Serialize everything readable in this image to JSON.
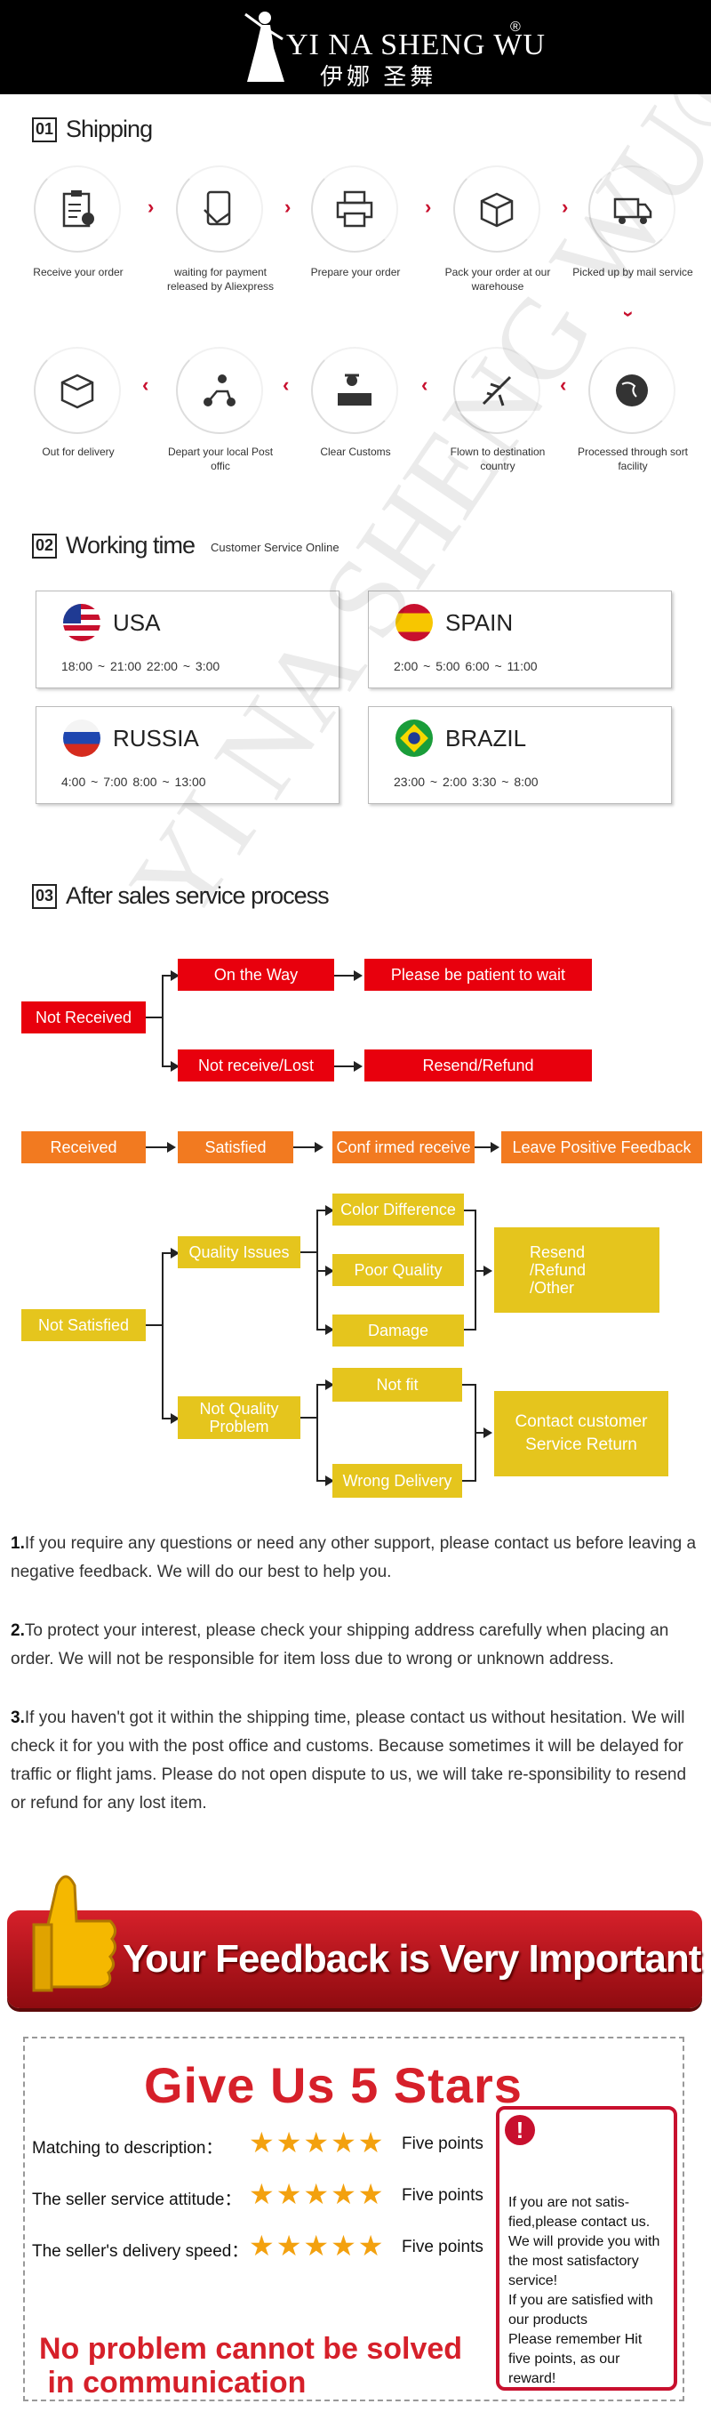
{
  "header": {
    "brand_en": "YI NA SHENG WU",
    "brand_reg": "®",
    "brand_cn": "伊娜 圣舞"
  },
  "shipping": {
    "num": "01",
    "title": "Shipping",
    "steps_row1": [
      {
        "label": "Receive your order",
        "icon": "clipboard-icon"
      },
      {
        "label": "waiting for payment released by Aliexpress",
        "icon": "payment-icon"
      },
      {
        "label": "Prepare your order",
        "icon": "printer-icon"
      },
      {
        "label": "Pack your order at our warehouse",
        "icon": "box-icon"
      },
      {
        "label": "Picked up by mail service",
        "icon": "truck-icon"
      }
    ],
    "steps_row2": [
      {
        "label": "Out for delivery",
        "icon": "package-icon"
      },
      {
        "label": "Depart your local Post offic",
        "icon": "scooter-icon"
      },
      {
        "label": "Clear Customs",
        "icon": "customs-officer-icon"
      },
      {
        "label": "Flown to destination country",
        "icon": "airplane-icon"
      },
      {
        "label": "Processed through sort facility",
        "icon": "globe-icon"
      }
    ]
  },
  "working_time": {
    "num": "02",
    "title": "Working time",
    "subtitle": "Customer Service Online",
    "countries": [
      {
        "name": "USA",
        "times": "18:00 ~ 21:00    22:00 ~ 3:00"
      },
      {
        "name": "SPAIN",
        "times": "2:00 ~ 5:00    6:00 ~ 11:00"
      },
      {
        "name": "RUSSIA",
        "times": "4:00 ~ 7:00       8:00 ~ 13:00"
      },
      {
        "name": "BRAZIL",
        "times": "23:00 ~ 2:00    3:30 ~ 8:00"
      }
    ]
  },
  "after_sales": {
    "num": "03",
    "title": "After sales service process",
    "not_received": "Not Received",
    "on_the_way": "On the Way",
    "be_patient": "Please be patient to wait",
    "not_receive_lost": "Not receive/Lost",
    "resend_refund": "Resend/Refund",
    "received": "Received",
    "satisfied": "Satisfied",
    "confirmed": "Conf irmed receive",
    "leave_feedback": "Leave Positive Feedback",
    "not_satisfied": "Not Satisfied",
    "quality_issues": "Quality Issues",
    "color_difference": "Color Difference",
    "poor_quality": "Poor Quality",
    "damage": "Damage",
    "resend_refund_other": "Resend\n/Refund\n/Other",
    "not_quality_problem": "Not Quality Problem",
    "not_fit": "Not fit",
    "wrong_delivery": "Wrong Delivery",
    "contact_service": "Contact customer Service Return"
  },
  "notes": [
    {
      "num": "1.",
      "text": "If you require any questions or need any other support, please contact us before leaving a negative feedback. We will do our best to help you."
    },
    {
      "num": "2.",
      "text": "To protect your interest, please check your shipping address carefully when placing an order. We will not be responsible for item loss due to wrong or unknown address."
    },
    {
      "num": "3.",
      "text": "If you haven't got it within the shipping time, please contact us without hesitation. We will check it for you with the post office and customs. Because sometimes it will be delayed for traffic or flight jams. Please do not open dispute to us, we will take re-sponsibility to resend or refund for any lost item."
    }
  ],
  "feedback": {
    "banner": "Your Feedback is Very Important",
    "give": "Give Us 5 Stars",
    "ratings": [
      {
        "label": "Matching to description：",
        "stars": "★★★★★",
        "value": "Five points"
      },
      {
        "label": "The seller service attitude：",
        "stars": "★★★★★",
        "value": "Five points"
      },
      {
        "label": "The seller's delivery speed：",
        "stars": "★★★★★",
        "value": "Five points"
      }
    ],
    "no_problem": "No problem cannot be solved\n in communication",
    "side": "If you are not satis-fied,please contact us. We will provide you with the most satisfactory service!\nIf you are satisfied with our products\nPlease remember Hit five points, as our reward!",
    "bang": "!"
  },
  "watermark": "YI NA SHENG WU®伊娜圣舞"
}
